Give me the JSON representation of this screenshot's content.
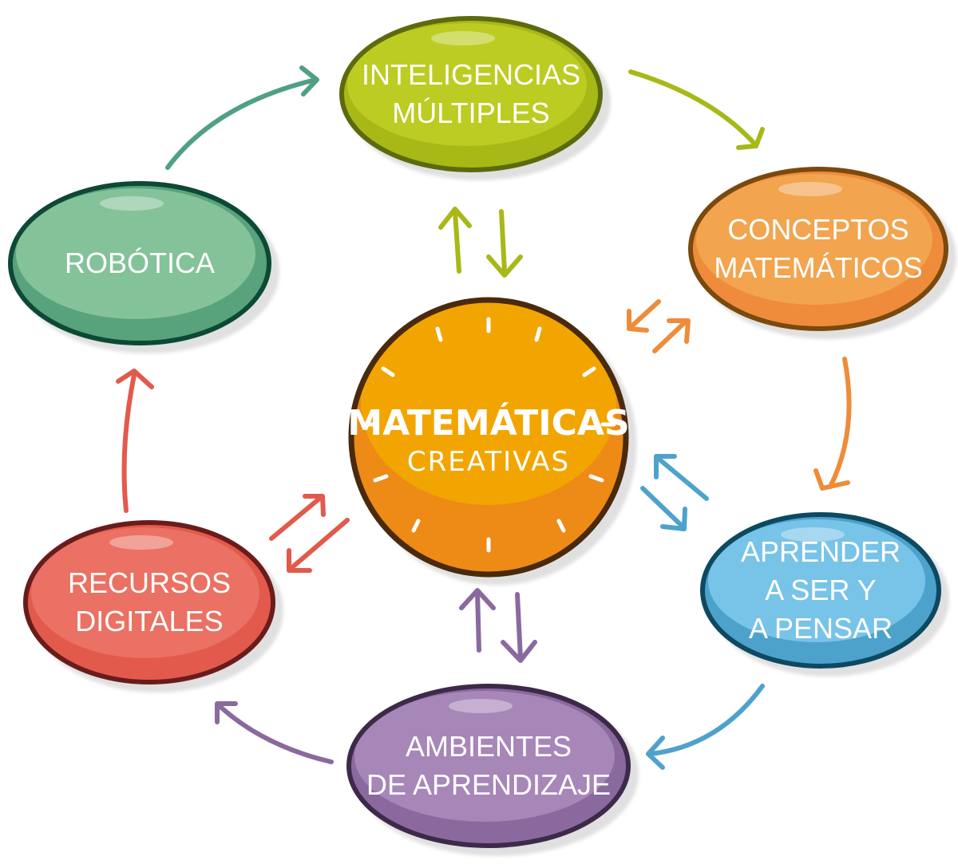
{
  "center": {
    "title": "MATEMÁTICAS",
    "subtitle": "CREATIVAS",
    "color": "#f0a000",
    "dark": "#ee8a12"
  },
  "nodes": [
    {
      "id": "inteligencias",
      "lines": [
        "INTELIGENCIAS",
        "MÚLTIPLES"
      ],
      "color": "#bccc22",
      "dark": "#a8b818",
      "stroke": "#5b6b10"
    },
    {
      "id": "conceptos",
      "lines": [
        "CONCEPTOS",
        "MATEMÁTICOS"
      ],
      "color": "#f2a450",
      "dark": "#ee8c3a",
      "stroke": "#7a4a10"
    },
    {
      "id": "aprender",
      "lines": [
        "APRENDER",
        "A SER Y",
        "A PENSAR"
      ],
      "color": "#78c3e8",
      "dark": "#4ea2cc",
      "stroke": "#0f4a60"
    },
    {
      "id": "ambientes",
      "lines": [
        "AMBIENTES",
        "DE APRENDIZAJE"
      ],
      "color": "#a786b8",
      "dark": "#8a6a9e",
      "stroke": "#3d2a4a"
    },
    {
      "id": "recursos",
      "lines": [
        "RECURSOS",
        "DIGITALES"
      ],
      "color": "#ea7163",
      "dark": "#e25a4c",
      "stroke": "#6a1e1a"
    },
    {
      "id": "robotica",
      "lines": [
        "ROBÓTICA"
      ],
      "color": "#84c29a",
      "dark": "#58a27c",
      "stroke": "#0f4a36"
    }
  ]
}
